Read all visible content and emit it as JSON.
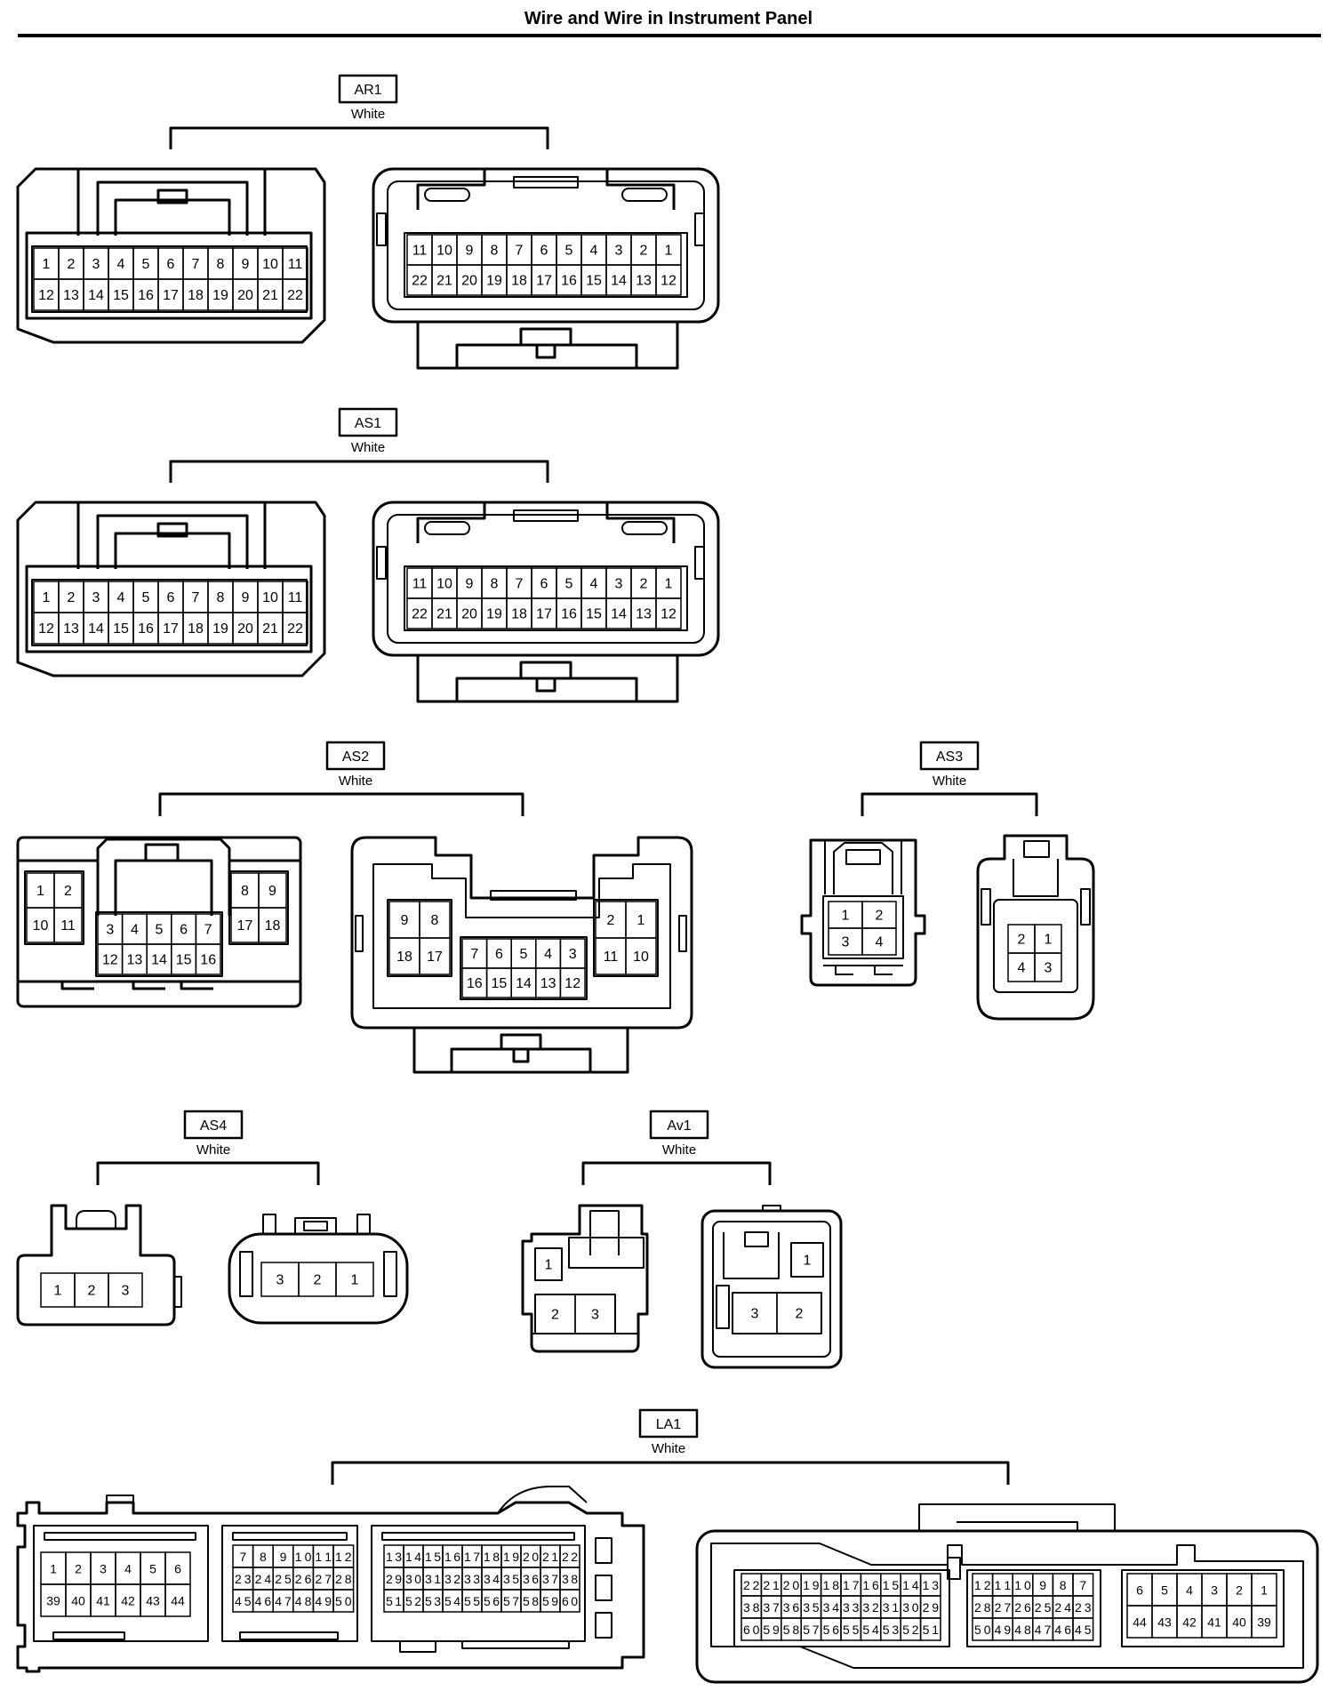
{
  "title": "Wire and Wire in Instrument Panel",
  "connectors": {
    "ar1": {
      "code": "AR1",
      "color": "White",
      "left_rows": [
        [
          "1",
          "2",
          "3",
          "4",
          "5",
          "6",
          "7",
          "8",
          "9",
          "10",
          "11"
        ],
        [
          "12",
          "13",
          "14",
          "15",
          "16",
          "17",
          "18",
          "19",
          "20",
          "21",
          "22"
        ]
      ],
      "right_rows": [
        [
          "11",
          "10",
          "9",
          "8",
          "7",
          "6",
          "5",
          "4",
          "3",
          "2",
          "1"
        ],
        [
          "22",
          "21",
          "20",
          "19",
          "18",
          "17",
          "16",
          "15",
          "14",
          "13",
          "12"
        ]
      ]
    },
    "as1": {
      "code": "AS1",
      "color": "White",
      "left_rows": [
        [
          "1",
          "2",
          "3",
          "4",
          "5",
          "6",
          "7",
          "8",
          "9",
          "10",
          "11"
        ],
        [
          "12",
          "13",
          "14",
          "15",
          "16",
          "17",
          "18",
          "19",
          "20",
          "21",
          "22"
        ]
      ],
      "right_rows": [
        [
          "11",
          "10",
          "9",
          "8",
          "7",
          "6",
          "5",
          "4",
          "3",
          "2",
          "1"
        ],
        [
          "22",
          "21",
          "20",
          "19",
          "18",
          "17",
          "16",
          "15",
          "14",
          "13",
          "12"
        ]
      ]
    },
    "as2": {
      "code": "AS2",
      "color": "White",
      "left_a": [
        [
          "1",
          "2"
        ],
        [
          "10",
          "11"
        ]
      ],
      "left_b": [
        [
          "3",
          "4",
          "5",
          "6",
          "7"
        ],
        [
          "12",
          "13",
          "14",
          "15",
          "16"
        ]
      ],
      "left_c": [
        [
          "8",
          "9"
        ],
        [
          "17",
          "18"
        ]
      ],
      "right_a": [
        [
          "9",
          "8"
        ],
        [
          "18",
          "17"
        ]
      ],
      "right_b": [
        [
          "7",
          "6",
          "5",
          "4",
          "3"
        ],
        [
          "16",
          "15",
          "14",
          "13",
          "12"
        ]
      ],
      "right_c": [
        [
          "2",
          "1"
        ],
        [
          "11",
          "10"
        ]
      ]
    },
    "as3": {
      "code": "AS3",
      "color": "White",
      "left_rows": [
        [
          "1",
          "2"
        ],
        [
          "3",
          "4"
        ]
      ],
      "right_rows": [
        [
          "2",
          "1"
        ],
        [
          "4",
          "3"
        ]
      ]
    },
    "as4": {
      "code": "AS4",
      "color": "White",
      "left_pins": [
        "1",
        "2",
        "3"
      ],
      "right_pins": [
        "3",
        "2",
        "1"
      ]
    },
    "av1": {
      "code": "Av1",
      "color": "White",
      "left_top": "1",
      "left_bottom": [
        "2",
        "3"
      ],
      "right_top": "1",
      "right_bottom": [
        "3",
        "2"
      ]
    },
    "la1": {
      "code": "LA1",
      "color": "White",
      "left_a": [
        [
          "1",
          "2",
          "3",
          "4",
          "5",
          "6"
        ],
        [
          "39",
          "40",
          "41",
          "42",
          "43",
          "44"
        ]
      ],
      "left_b": [
        [
          "7",
          "8",
          "9",
          "10",
          "11",
          "12"
        ],
        [
          "23",
          "24",
          "25",
          "26",
          "27",
          "28"
        ],
        [
          "45",
          "46",
          "47",
          "48",
          "49",
          "50"
        ]
      ],
      "left_c": [
        [
          "13",
          "14",
          "15",
          "16",
          "17",
          "18",
          "19",
          "20",
          "21",
          "22"
        ],
        [
          "29",
          "30",
          "31",
          "32",
          "33",
          "34",
          "35",
          "36",
          "37",
          "38"
        ],
        [
          "51",
          "52",
          "53",
          "54",
          "55",
          "56",
          "57",
          "58",
          "59",
          "60"
        ]
      ],
      "right_a": [
        [
          "22",
          "21",
          "20",
          "19",
          "18",
          "17",
          "16",
          "15",
          "14",
          "13"
        ],
        [
          "38",
          "37",
          "36",
          "35",
          "34",
          "33",
          "32",
          "31",
          "30",
          "29"
        ],
        [
          "60",
          "59",
          "58",
          "57",
          "56",
          "55",
          "54",
          "53",
          "52",
          "51"
        ]
      ],
      "right_b": [
        [
          "12",
          "11",
          "10",
          "9",
          "8",
          "7"
        ],
        [
          "28",
          "27",
          "26",
          "25",
          "24",
          "23"
        ],
        [
          "50",
          "49",
          "48",
          "47",
          "46",
          "45"
        ]
      ],
      "right_c": [
        [
          "6",
          "5",
          "4",
          "3",
          "2",
          "1"
        ],
        [
          "44",
          "43",
          "42",
          "41",
          "40",
          "39"
        ]
      ]
    }
  }
}
